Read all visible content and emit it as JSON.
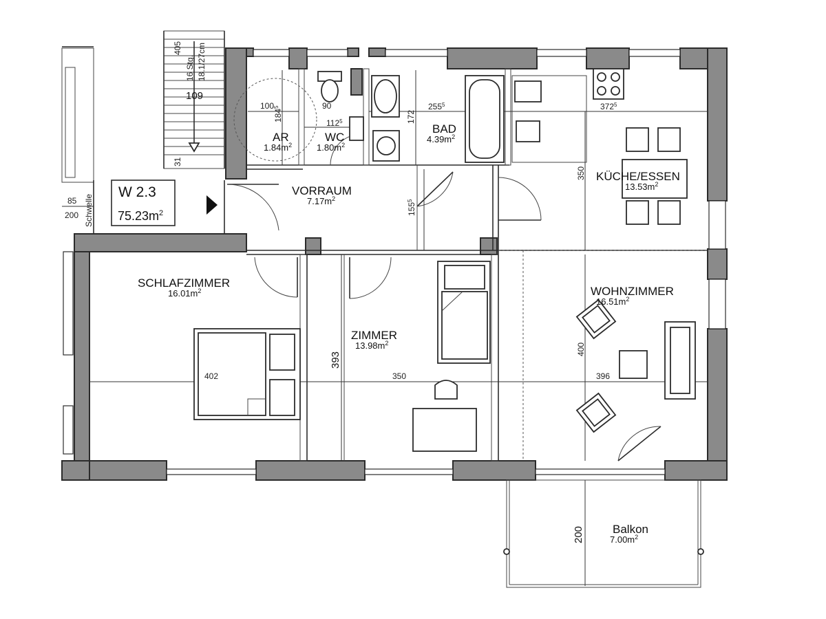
{
  "unit": {
    "label": "W 2.3",
    "area": "75.23m",
    "area_sup": "2"
  },
  "rooms": [
    {
      "id": "ar",
      "name": "AR",
      "area": "1.84m",
      "sup": "2"
    },
    {
      "id": "wc",
      "name": "WC",
      "area": "1.80m",
      "sup": "2"
    },
    {
      "id": "bad",
      "name": "BAD",
      "area": "4.39m",
      "sup": "2"
    },
    {
      "id": "kueche",
      "name": "KÜCHE/ESSEN",
      "area": "13.53m",
      "sup": "2"
    },
    {
      "id": "vorraum",
      "name": "VORRAUM",
      "area": "7.17m",
      "sup": "2"
    },
    {
      "id": "schlafzimmer",
      "name": "SCHLAFZIMMER",
      "area": "16.01m",
      "sup": "2"
    },
    {
      "id": "zimmer",
      "name": "ZIMMER",
      "area": "13.98m",
      "sup": "2"
    },
    {
      "id": "wohnzimmer",
      "name": "WOHNZIMMER",
      "area": "16.51m",
      "sup": "2"
    },
    {
      "id": "balkon",
      "name": "Balkon",
      "area": "7.00m",
      "sup": "2"
    }
  ],
  "dimensions": {
    "ar_width": "100",
    "ar_depth": "184",
    "ar_depth_sup": "5",
    "wc_toilet": "90",
    "wc_width": "112",
    "wc_width_sup": "5",
    "bad_depth": "172",
    "bad_width": "255",
    "bad_width_sup": "5",
    "kueche_width": "372",
    "kueche_width_sup": "5",
    "kueche_depth": "350",
    "vorraum_width": "155",
    "vorraum_width_sup": "5",
    "schlaf_width": "402",
    "zimmer_depth": "393",
    "zimmer_width": "350",
    "wohn_depth": "400",
    "wohn_width": "396",
    "balkon_depth": "200",
    "entry_85": "85",
    "entry_200": "200",
    "schwelle": "Schwelle"
  },
  "stairs": {
    "top": "405",
    "steps": "16 Stg.",
    "rise": "18.1/27cm",
    "number": "109",
    "bottom": "31"
  }
}
